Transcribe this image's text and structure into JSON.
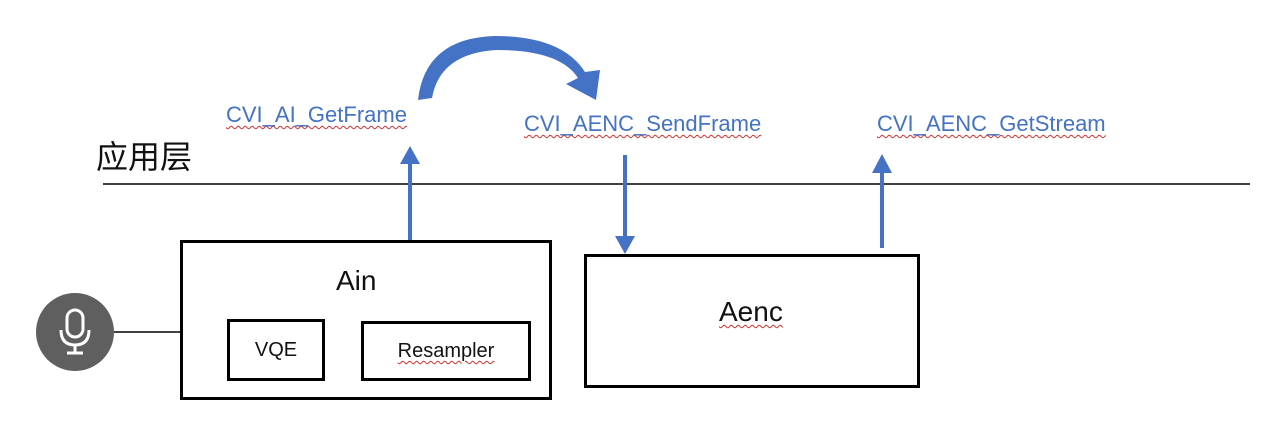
{
  "layer": {
    "label": "应用层"
  },
  "functions": {
    "get_frame": "CVI_AI_GetFrame",
    "send_frame": "CVI_AENC_SendFrame",
    "get_stream": "CVI_AENC_GetStream"
  },
  "ain": {
    "title": "Ain",
    "vqe_label": "VQE",
    "resampler_label": "Resampler"
  },
  "aenc": {
    "title": "Aenc"
  },
  "colors": {
    "arrow": "#4472c4",
    "function_text": "#4472c4",
    "spellcheck_underline": "#d03030",
    "mic_fill": "#5f5f5f"
  },
  "icons": {
    "input_device": "microphone-icon"
  }
}
